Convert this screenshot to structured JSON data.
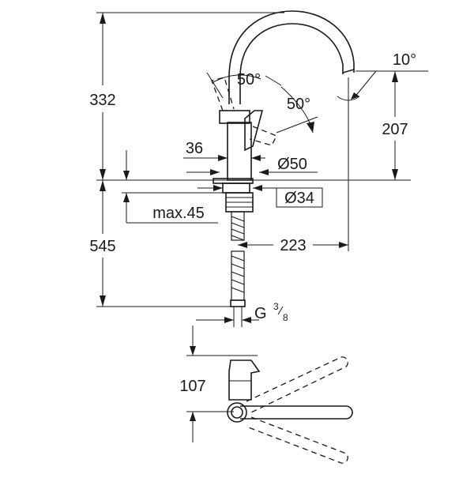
{
  "dimensions": {
    "top_height": "332",
    "bottom_height": "545",
    "angle_handle_left": "50°",
    "angle_handle_right": "50°",
    "angle_spout": "10°",
    "spout_height": "207",
    "lever_width": "36",
    "base_diameter": "Ø50",
    "hole_diameter": "Ø34",
    "max_thickness": "max.45",
    "spout_reach": "223",
    "connection_main": "G",
    "connection_num": "3",
    "connection_den": "8",
    "plan_depth": "107"
  },
  "colors": {
    "line": "#1a1a1a",
    "background": "#ffffff"
  }
}
